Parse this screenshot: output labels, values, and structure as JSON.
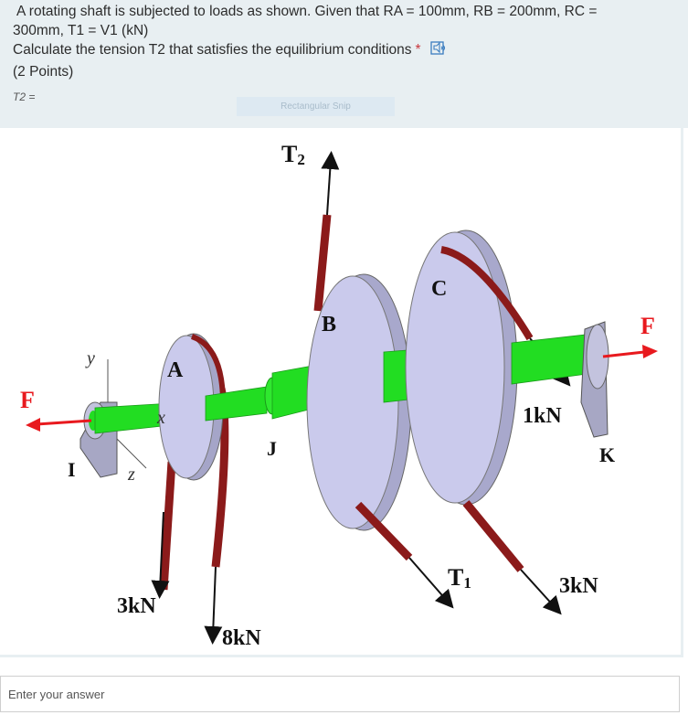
{
  "question": {
    "line1": "A rotating shaft is subjected to loads as shown. Given that RA = 100mm, RB = 200mm, RC =",
    "line2": "300mm, T1 = V1 (kN)",
    "line3": "Calculate the tension T2 that satisfies the equilibrium conditions",
    "required_mark": "*",
    "points": "(2 Points)"
  },
  "sub_label": "T2 =",
  "snip_label": "Rectangular Snip",
  "figure": {
    "labels": {
      "T2_main": "T",
      "T2_sub": "2",
      "B": "B",
      "C": "C",
      "A": "A",
      "F_left": "F",
      "F_right": "F",
      "J": "J",
      "K": "K",
      "I": "I",
      "y": "y",
      "x": "x",
      "z": "z",
      "load_1kN": "1kN",
      "load_3kN_right": "3kN",
      "load_3kN_left": "3kN",
      "load_8kN": "8kN",
      "T1_main": "T",
      "T1_sub": "1"
    }
  },
  "answer": {
    "placeholder": "Enter your answer"
  },
  "colors": {
    "panel": "#e8eff2",
    "shaft_green": "#22dd22",
    "pulley": "#c9c9ea",
    "belt": "#8b1a1a",
    "force_arrow": "#e8191e"
  }
}
